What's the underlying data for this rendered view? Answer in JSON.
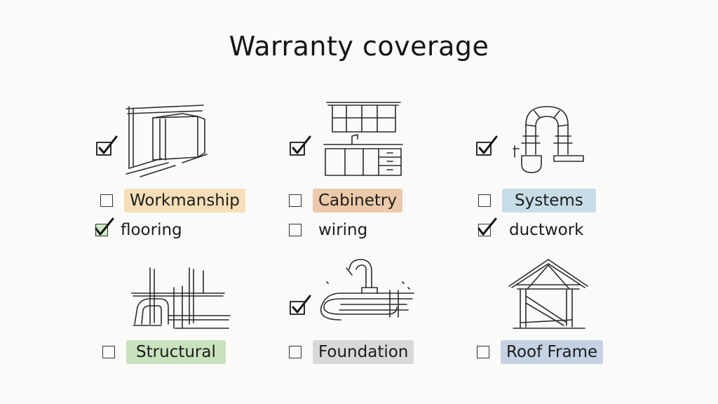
{
  "title": "Warranty coverage",
  "colors": {
    "workmanship": "#f6dfb8",
    "cabinetry": "#ecc9a8",
    "systems": "#c6dde7",
    "structural": "#c8e2bd",
    "foundation": "#d8d8d6",
    "roof_frame": "#c5d2e3"
  },
  "items": [
    {
      "label": "Workmanship",
      "sub": "flooring",
      "icon": "shower-enclosure-sketch",
      "sketch_checked": true,
      "label_checked": false,
      "sub_checked": true
    },
    {
      "label": "Cabinetry",
      "sub": "wiring",
      "icon": "kitchen-cabinet-sketch",
      "sketch_checked": true,
      "label_checked": false,
      "sub_checked": false
    },
    {
      "label": "Systems",
      "sub": "ductwork",
      "icon": "duct-elbow-sketch",
      "sketch_checked": true,
      "label_checked": false,
      "sub_checked": true
    },
    {
      "label": "Structural",
      "icon": "framing-pipe-sketch",
      "sketch_checked": false,
      "label_checked": false
    },
    {
      "label": "Foundation",
      "icon": "plumbing-pipe-sketch",
      "sketch_checked": true,
      "label_checked": false
    },
    {
      "label": "Roof Frame",
      "icon": "roof-truss-sketch",
      "sketch_checked": false,
      "label_checked": false
    }
  ]
}
